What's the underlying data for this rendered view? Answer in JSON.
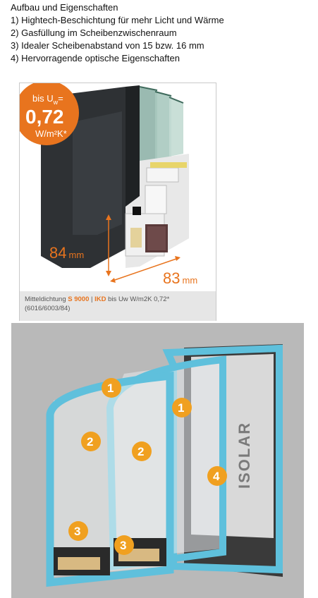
{
  "header": {
    "title": "Aufbau und Eigenschaften",
    "items": [
      "1) Hightech-Beschichtung für mehr Licht und Wärme",
      "2) Gasfüllung im Scheibenzwischenraum",
      "3) Idealer Scheibenabstand von 15 bzw. 16 mm",
      "4) Hervorragende optische Eigenschaften"
    ]
  },
  "profile_image": {
    "badge": {
      "line1": "bis U",
      "sub": "w",
      "eq": "=",
      "value": "0,72",
      "unit": "W/m²K*"
    },
    "height_dim": {
      "value": "84",
      "unit": "mm"
    },
    "width_dim": {
      "value": "83",
      "unit": "mm"
    },
    "caption": {
      "prefix": "Mitteldichtung ",
      "model": "S 9000",
      "sep": " | ",
      "ikd": "IKD",
      "suffix": " bis Uw W/m2K 0,72*",
      "line2": "(6016/6003/84)"
    },
    "colors": {
      "accent": "#e8741e",
      "frame": "#2e3134",
      "caption_bg": "#e6e6e6"
    }
  },
  "glass_image": {
    "labels": [
      "1",
      "2",
      "3",
      "1",
      "2",
      "3",
      "4"
    ],
    "brand": "ISOLAR",
    "colors": {
      "glass_edge": "#5fc0dc",
      "marker": "#f0a020",
      "background": "#b9b9b9"
    }
  }
}
